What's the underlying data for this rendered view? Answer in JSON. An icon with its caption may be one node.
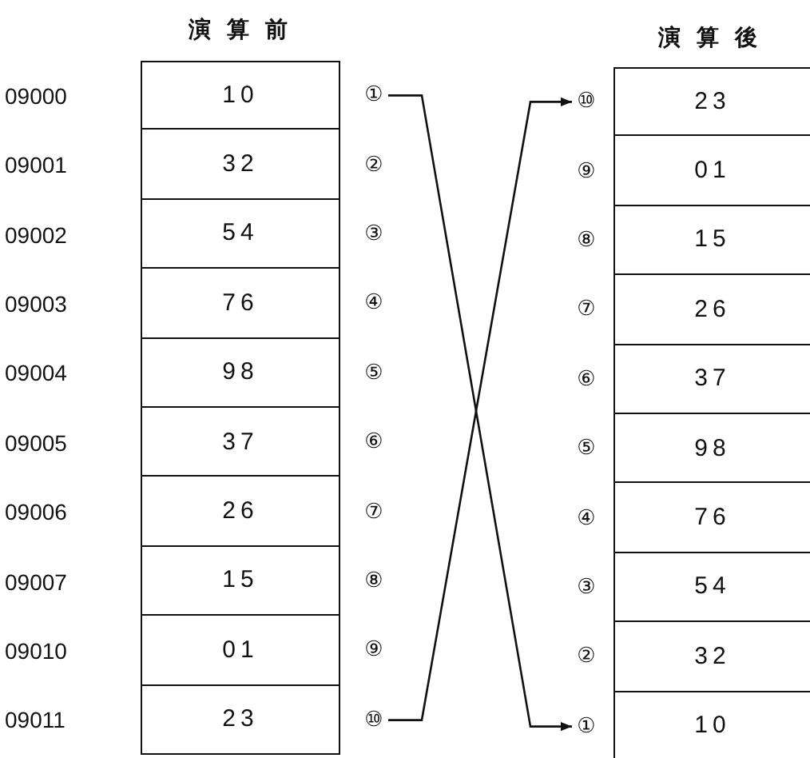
{
  "diagram": {
    "nodes": [
      {
        "text": [
          "10"
        ],
        "beside": [
          "09000"
        ]
      },
      {
        "text": [
          "32"
        ],
        "beside": [
          "09001"
        ]
      },
      {
        "text": [
          "54"
        ],
        "beside": [
          "09002"
        ]
      },
      {
        "text": [
          "76"
        ],
        "beside": [
          "09003"
        ]
      },
      {
        "text": [
          "98"
        ],
        "beside": [
          "09004"
        ]
      },
      {
        "text": [
          "37"
        ],
        "beside": [
          "09005"
        ]
      },
      {
        "text": [
          "26"
        ],
        "beside": [
          "09006"
        ]
      },
      {
        "text": [
          "15"
        ],
        "beside": [
          "09007"
        ]
      },
      {
        "text": [
          "01"
        ],
        "beside": [
          "09010"
        ]
      },
      {
        "text": [
          "23"
        ],
        "beside": [
          "09011"
        ]
      },
      {
        "text": [
          "①"
        ]
      },
      {
        "text": [
          "②"
        ]
      },
      {
        "text": [
          "③"
        ]
      },
      {
        "text": [
          "④"
        ]
      },
      {
        "text": [
          "⑤"
        ]
      },
      {
        "text": [
          "⑥"
        ]
      },
      {
        "text": [
          "⑦"
        ]
      },
      {
        "text": [
          "⑧"
        ]
      },
      {
        "text": [
          "⑨"
        ]
      },
      {
        "text": [
          "⑩"
        ]
      },
      {
        "text": [
          "⑩"
        ]
      },
      {
        "text": [
          "⑨"
        ]
      },
      {
        "text": [
          "⑧"
        ]
      },
      {
        "text": [
          "⑦"
        ]
      },
      {
        "text": [
          "⑥"
        ]
      },
      {
        "text": [
          "⑤"
        ]
      },
      {
        "text": [
          "④"
        ]
      },
      {
        "text": [
          "③"
        ]
      },
      {
        "text": [
          "②"
        ]
      },
      {
        "text": [
          "①"
        ]
      },
      {
        "text": [
          "23"
        ]
      },
      {
        "text": [
          "01"
        ]
      },
      {
        "text": [
          "15"
        ]
      },
      {
        "text": [
          "26"
        ]
      },
      {
        "text": [
          "37"
        ]
      },
      {
        "text": [
          "98"
        ]
      },
      {
        "text": [
          "76"
        ]
      },
      {
        "text": [
          "54"
        ]
      },
      {
        "text": [
          "32"
        ]
      },
      {
        "text": [
          "10"
        ]
      }
    ],
    "edges": [
      {
        "from": 10,
        "to": 29,
        "arrow": "to"
      },
      {
        "from": 19,
        "to": 20,
        "arrow": "to"
      }
    ],
    "labels": [
      "演算前",
      "演算後"
    ]
  }
}
